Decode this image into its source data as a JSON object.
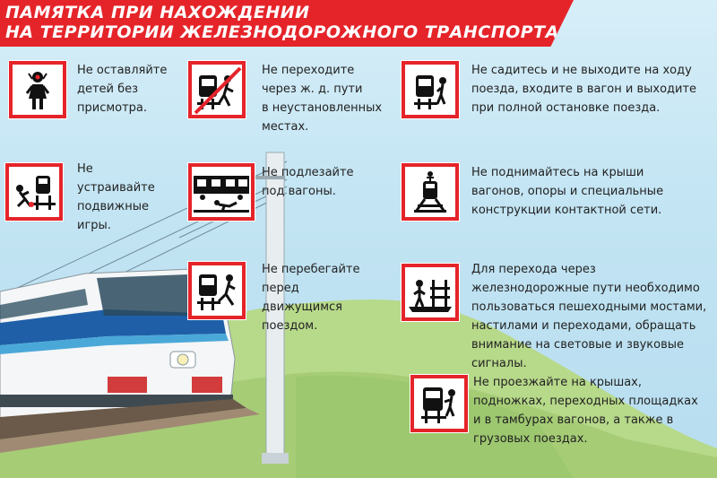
{
  "title": {
    "line1": "ПАМЯТКА ПРИ НАХОЖДЕНИИ",
    "line2": "НА ТЕРРИТОРИИ ЖЕЛЕЗНОДОРОЖНОГО ТРАНСПОРТА"
  },
  "rules": [
    {
      "id": "no-unattended-children",
      "icon": "child-icon",
      "lines": [
        "Не оставляйте",
        "детей без",
        "присмотра."
      ]
    },
    {
      "id": "no-crossing-unauthorized",
      "icon": "no-crossing-icon",
      "lines": [
        "Не переходите",
        "через ж. д. пути",
        "в неустановленных",
        "местах."
      ]
    },
    {
      "id": "board-when-stopped",
      "icon": "boarding-icon",
      "lines": [
        "Не садитесь и не выходите на ходу",
        "поезда, входите в вагон и выходите",
        "при полной остановке поезда."
      ]
    },
    {
      "id": "no-games",
      "icon": "playing-icon",
      "lines": [
        "Не",
        "устраивайте",
        "подвижные",
        "игры."
      ]
    },
    {
      "id": "no-under-wagons",
      "icon": "crawl-under-icon",
      "lines": [
        "Не подлезайте",
        "под вагоны."
      ]
    },
    {
      "id": "no-climbing-roofs",
      "icon": "climbing-icon",
      "lines": [
        "Не поднимайтесь на крыши",
        "вагонов, опоры и специальные",
        "конструкции контактной сети."
      ]
    },
    {
      "id": "no-running-before-train",
      "icon": "running-icon",
      "lines": [
        "Не перебегайте",
        "перед",
        "движущимся",
        "поездом."
      ]
    },
    {
      "id": "use-crossings",
      "icon": "pedestrian-bridge-icon",
      "lines": [
        "Для перехода через",
        "железнодорожные пути необходимо",
        "пользоваться пешеходными мостами,",
        "настилами и переходами, обращать",
        "внимание на световые и звуковые",
        "сигналы."
      ]
    },
    {
      "id": "no-riding-outside",
      "icon": "riding-outside-icon",
      "lines": [
        "Не проезжайте на крышах,",
        "подножках, переходных площадках",
        "и в тамбурах вагонов, а также в",
        "грузовых поездах."
      ]
    }
  ],
  "colors": {
    "accent": "#e5242a",
    "sky": "#c2e4f3",
    "hill": "#b7d98a",
    "train_stripe": "#1f5fa8"
  }
}
